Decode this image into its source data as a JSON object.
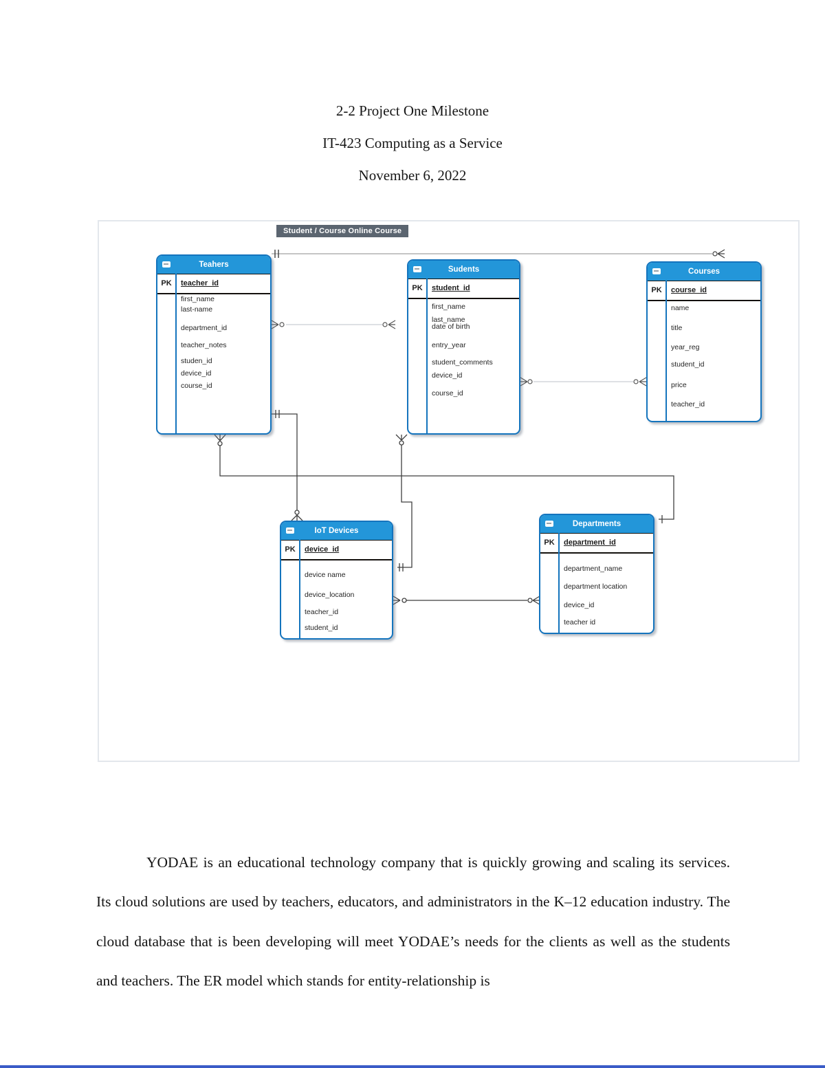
{
  "document": {
    "title_line_1": "2-2 Project One Milestone",
    "title_line_2": "IT-423 Computing as a Service",
    "title_line_3": "November 6, 2022",
    "paragraph": "YODAE is an educational technology company that is quickly growing and scaling its services. Its cloud solutions are used by teachers, educators, and administrators in the K–12 education industry. The cloud database that is been developing will meet YODAE’s needs for the clients as well as the students and teachers. The ER model which stands for entity-relationship is"
  },
  "diagram": {
    "title_tab": "Student / Course Online Course",
    "pk_label": "PK",
    "tables": {
      "teachers": {
        "title": "Teahers",
        "pk": "teacher_id",
        "rows": [
          "first_name",
          "last-name",
          "department_id",
          "teacher_notes",
          "studen_id",
          "device_id",
          "course_id"
        ]
      },
      "students": {
        "title": "Sudents",
        "pk": "student_id",
        "rows": [
          "first_name",
          "last_name",
          "date of birth",
          "entry_year",
          "student_comments",
          "device_id",
          "course_id"
        ]
      },
      "courses": {
        "title": "Courses",
        "pk": "course_id",
        "rows": [
          "name",
          "title",
          "year_reg",
          "student_id",
          "price",
          "teacher_id"
        ]
      },
      "iot_devices": {
        "title": "IoT Devices",
        "pk": "device_id",
        "rows": [
          "device name",
          "device_location",
          "teacher_id",
          "student_id"
        ]
      },
      "departments": {
        "title": "Departments",
        "pk": "department_id",
        "rows": [
          "department_name",
          "department location",
          "device_id",
          "teacher id"
        ]
      }
    },
    "colors": {
      "table_header_blue": "#2396d9",
      "table_border_blue": "#1474bd",
      "title_tab_bg": "#5b6570",
      "connector_dark": "#3f3f3f",
      "connector_faint": "#c9ced4",
      "frame_border": "#e3e7ec"
    }
  }
}
